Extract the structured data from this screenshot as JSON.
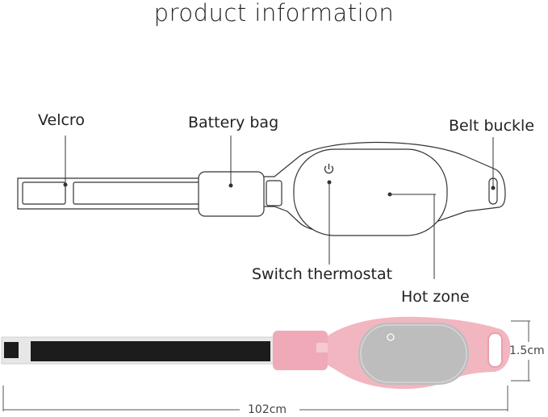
{
  "title": "product information",
  "labels": {
    "velcro": "Velcro",
    "battery_bag": "Battery bag",
    "belt_buckle": "Belt buckle",
    "switch_thermostat": "Switch thermostat",
    "hot_zone": "Hot zone"
  },
  "dimensions": {
    "height": "1.5cm",
    "length": "102cm"
  },
  "colors": {
    "outline": "#333333",
    "belt_pink": "#f2b6c0",
    "pad_gray": "#bdbdbd",
    "velcro_black": "#1c1c1c"
  },
  "icons": {
    "power": "power-icon"
  }
}
